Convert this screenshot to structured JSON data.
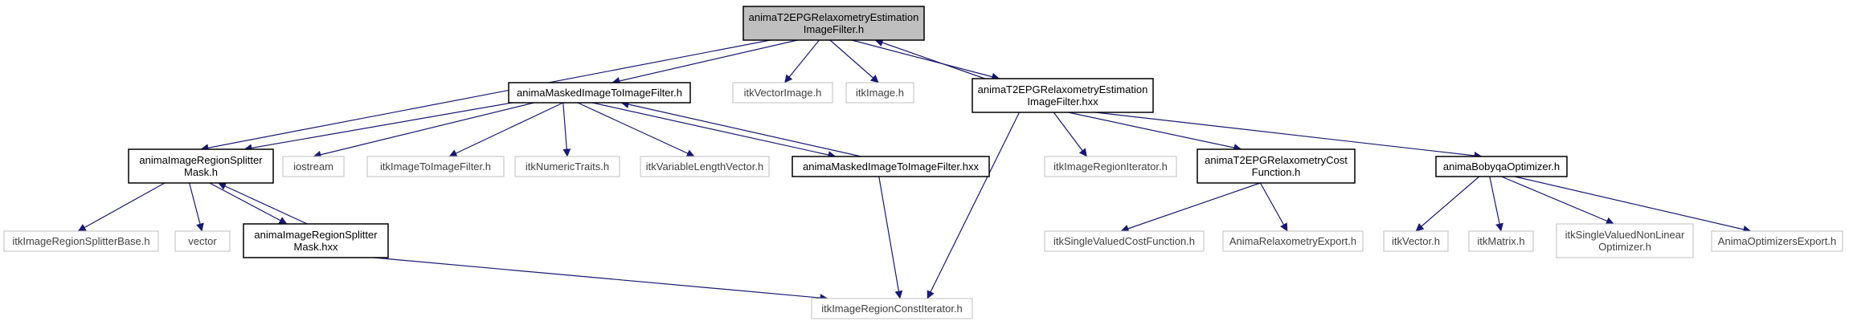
{
  "colors": {
    "edge": "#191970",
    "node_border_main": "#000000",
    "node_border_external": "#bfbfbf",
    "root_fill": "#bfbfbf",
    "node_fill": "#ffffff",
    "text_main": "#000000",
    "text_external": "#404040"
  },
  "nodes": [
    {
      "id": "root",
      "lines": [
        "animaT2EPGRelaxometryEstimation",
        "ImageFilter.h"
      ],
      "kind": "root"
    },
    {
      "id": "masked_h",
      "lines": [
        "animaMaskedImageToImageFilter.h"
      ],
      "kind": "main"
    },
    {
      "id": "itkVectorImage",
      "lines": [
        "itkVectorImage.h"
      ],
      "kind": "external"
    },
    {
      "id": "itkImage",
      "lines": [
        "itkImage.h"
      ],
      "kind": "external"
    },
    {
      "id": "root_hxx",
      "lines": [
        "animaT2EPGRelaxometryEstimation",
        "ImageFilter.hxx"
      ],
      "kind": "main"
    },
    {
      "id": "splitter_h",
      "lines": [
        "animaImageRegionSplitter",
        "Mask.h"
      ],
      "kind": "main"
    },
    {
      "id": "iostream",
      "lines": [
        "iostream"
      ],
      "kind": "external"
    },
    {
      "id": "itkImageToImageFilter",
      "lines": [
        "itkImageToImageFilter.h"
      ],
      "kind": "external"
    },
    {
      "id": "itkNumericTraits",
      "lines": [
        "itkNumericTraits.h"
      ],
      "kind": "external"
    },
    {
      "id": "itkVariableLengthVector",
      "lines": [
        "itkVariableLengthVector.h"
      ],
      "kind": "external"
    },
    {
      "id": "masked_hxx",
      "lines": [
        "animaMaskedImageToImageFilter.hxx"
      ],
      "kind": "main"
    },
    {
      "id": "itkImageRegionIterator",
      "lines": [
        "itkImageRegionIterator.h"
      ],
      "kind": "external"
    },
    {
      "id": "costfunction_h",
      "lines": [
        "animaT2EPGRelaxometryCost",
        "Function.h"
      ],
      "kind": "main"
    },
    {
      "id": "bobyqa_h",
      "lines": [
        "animaBobyqaOptimizer.h"
      ],
      "kind": "main"
    },
    {
      "id": "itkImageRegionSplitterBase",
      "lines": [
        "itkImageRegionSplitterBase.h"
      ],
      "kind": "external"
    },
    {
      "id": "vector",
      "lines": [
        "vector"
      ],
      "kind": "external"
    },
    {
      "id": "splitter_hxx",
      "lines": [
        "animaImageRegionSplitter",
        "Mask.hxx"
      ],
      "kind": "main"
    },
    {
      "id": "itkSingleValuedCostFunction",
      "lines": [
        "itkSingleValuedCostFunction.h"
      ],
      "kind": "external"
    },
    {
      "id": "AnimaRelaxometryExport",
      "lines": [
        "AnimaRelaxometryExport.h"
      ],
      "kind": "external"
    },
    {
      "id": "itkVector",
      "lines": [
        "itkVector.h"
      ],
      "kind": "external"
    },
    {
      "id": "itkMatrix",
      "lines": [
        "itkMatrix.h"
      ],
      "kind": "external"
    },
    {
      "id": "itkSingleValuedNonLinearOptimizer",
      "lines": [
        "itkSingleValuedNonLinear",
        "Optimizer.h"
      ],
      "kind": "external"
    },
    {
      "id": "AnimaOptimizersExport",
      "lines": [
        "AnimaOptimizersExport.h"
      ],
      "kind": "external"
    },
    {
      "id": "itkImageRegionConstIterator",
      "lines": [
        "itkImageRegionConstIterator.h"
      ],
      "kind": "external"
    }
  ],
  "edges": [
    {
      "from": "root",
      "to": "splitter_h"
    },
    {
      "from": "root",
      "to": "masked_h"
    },
    {
      "from": "root",
      "to": "itkVectorImage"
    },
    {
      "from": "root",
      "to": "itkImage"
    },
    {
      "from": "root",
      "to": "root_hxx"
    },
    {
      "from": "root_hxx",
      "to": "root"
    },
    {
      "from": "masked_h",
      "to": "splitter_h"
    },
    {
      "from": "masked_h",
      "to": "iostream"
    },
    {
      "from": "masked_h",
      "to": "itkImageToImageFilter"
    },
    {
      "from": "masked_h",
      "to": "itkNumericTraits"
    },
    {
      "from": "masked_h",
      "to": "itkVariableLengthVector"
    },
    {
      "from": "masked_h",
      "to": "masked_hxx"
    },
    {
      "from": "masked_hxx",
      "to": "masked_h"
    },
    {
      "from": "masked_hxx",
      "to": "itkImageRegionConstIterator"
    },
    {
      "from": "root_hxx",
      "to": "itkImageRegionIterator"
    },
    {
      "from": "root_hxx",
      "to": "costfunction_h"
    },
    {
      "from": "root_hxx",
      "to": "bobyqa_h"
    },
    {
      "from": "root_hxx",
      "to": "itkImageRegionConstIterator"
    },
    {
      "from": "splitter_h",
      "to": "itkImageRegionSplitterBase"
    },
    {
      "from": "splitter_h",
      "to": "vector"
    },
    {
      "from": "splitter_h",
      "to": "splitter_hxx"
    },
    {
      "from": "splitter_hxx",
      "to": "splitter_h"
    },
    {
      "from": "splitter_hxx",
      "to": "itkImageRegionConstIterator"
    },
    {
      "from": "costfunction_h",
      "to": "itkSingleValuedCostFunction"
    },
    {
      "from": "costfunction_h",
      "to": "AnimaRelaxometryExport"
    },
    {
      "from": "bobyqa_h",
      "to": "itkVector"
    },
    {
      "from": "bobyqa_h",
      "to": "itkMatrix"
    },
    {
      "from": "bobyqa_h",
      "to": "itkSingleValuedNonLinearOptimizer"
    },
    {
      "from": "bobyqa_h",
      "to": "AnimaOptimizersExport"
    }
  ]
}
